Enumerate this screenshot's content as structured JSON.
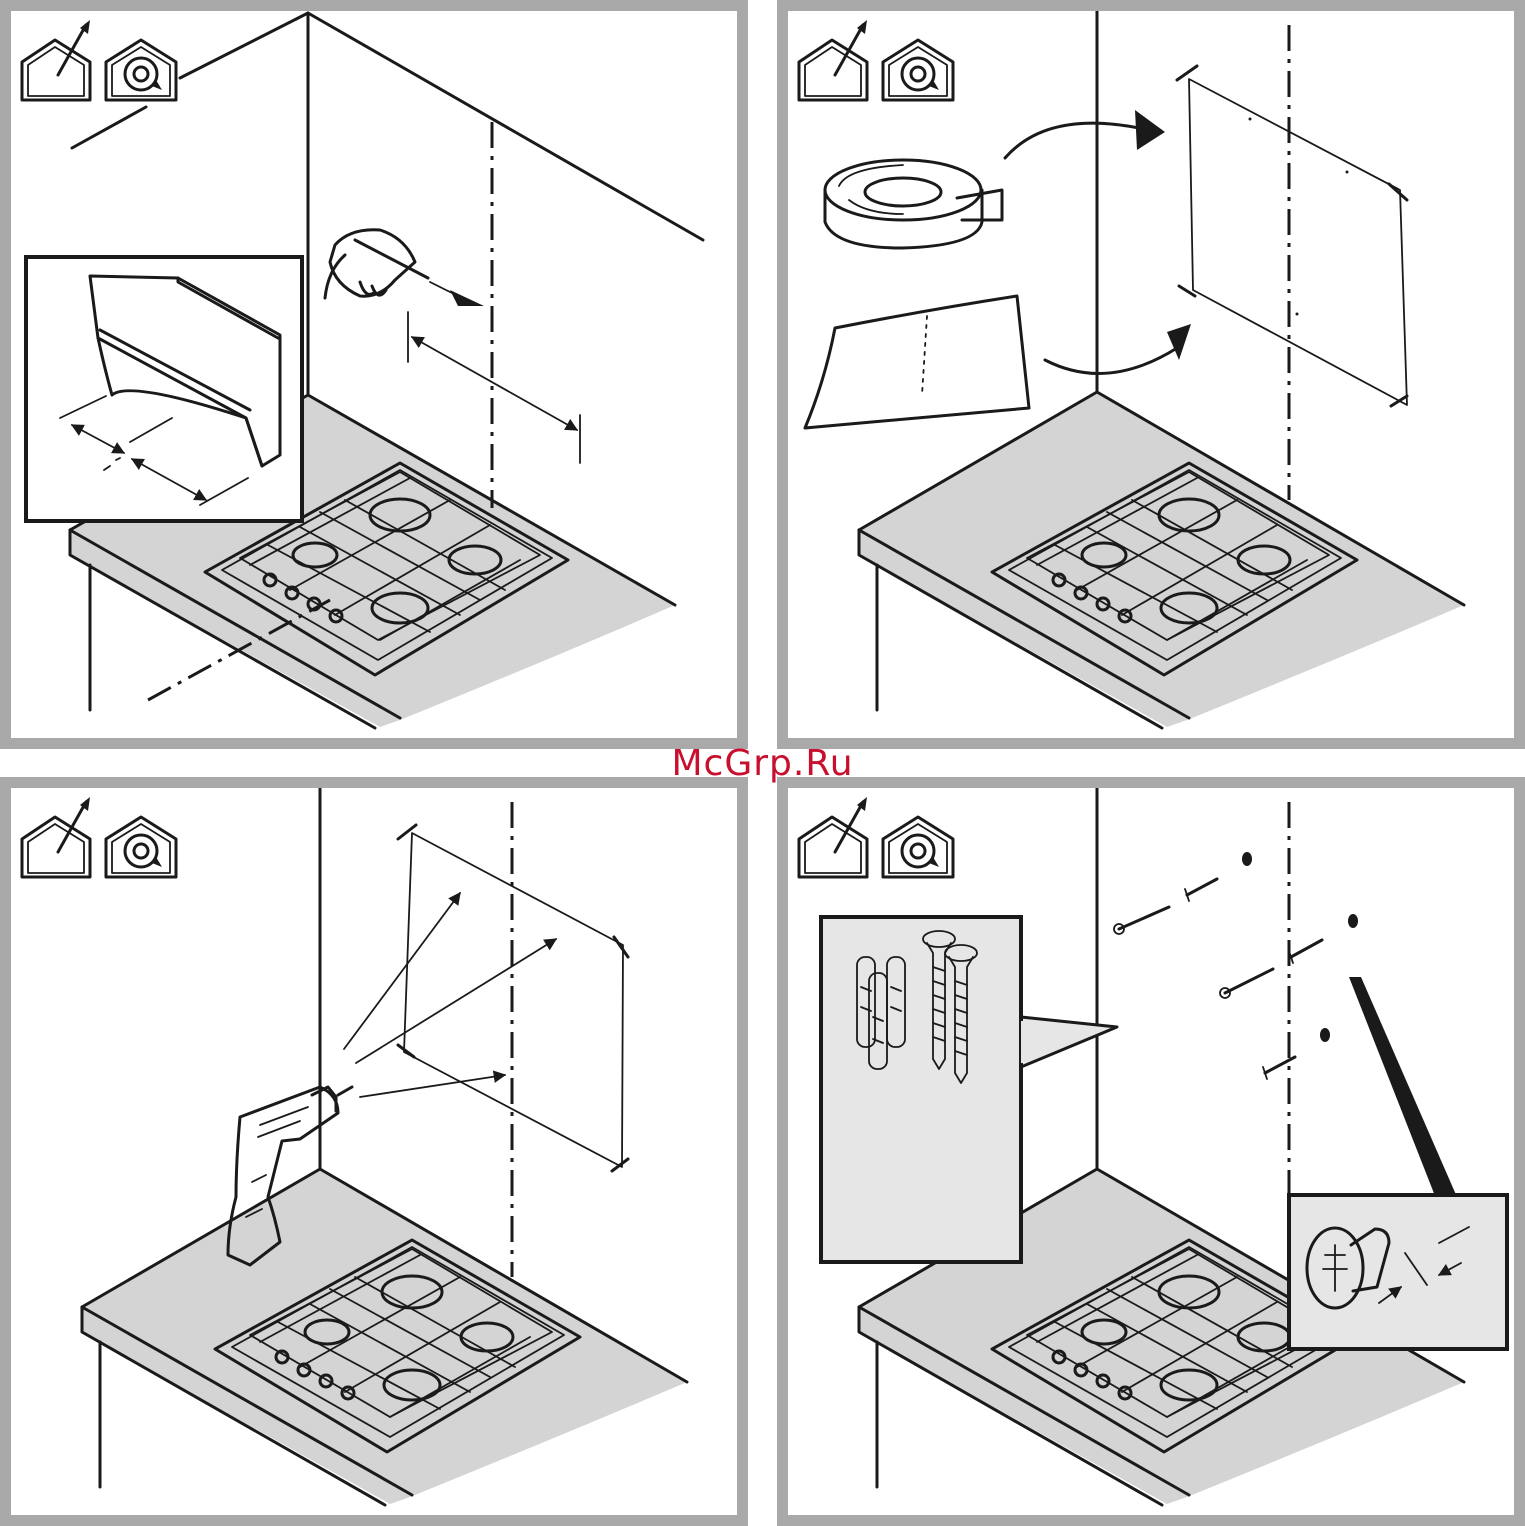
{
  "watermark": "McGrp.Ru",
  "panels": [
    {
      "id": "step-mark-position",
      "icons": [
        "ducted-exhaust-icon",
        "recirculation-icon"
      ]
    },
    {
      "id": "step-apply-template",
      "icons": [
        "ducted-exhaust-icon",
        "recirculation-icon"
      ]
    },
    {
      "id": "step-drill-holes",
      "icons": [
        "ducted-exhaust-icon",
        "recirculation-icon"
      ]
    },
    {
      "id": "step-insert-screws",
      "icons": [
        "ducted-exhaust-icon",
        "recirculation-icon"
      ]
    }
  ],
  "colors": {
    "frame": "#a9a9a9",
    "countertop": "#d4d4d4",
    "line": "#1a1a1a",
    "watermark": "#c8102e"
  }
}
